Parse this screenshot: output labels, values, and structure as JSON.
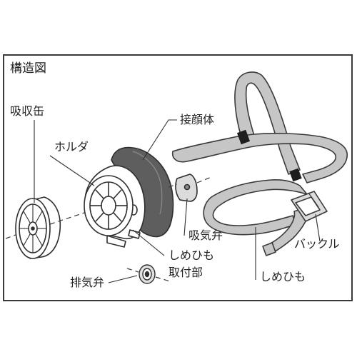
{
  "figure": {
    "title": "構造図",
    "colors": {
      "line": "#3a3a3a",
      "strap": "#c6c6c6",
      "face": "#5e5e5e",
      "body": "#ffffff"
    }
  },
  "labels": {
    "canister": "吸収缶",
    "holder": "ホルダ",
    "facepiece": "接顔体",
    "inhalation_valve": "吸気弁",
    "strap_mount_line1": "しめひも",
    "strap_mount_line2": "取付部",
    "exhalation_valve": "排気弁",
    "buckle": "バックル",
    "strap": "しめひも"
  }
}
